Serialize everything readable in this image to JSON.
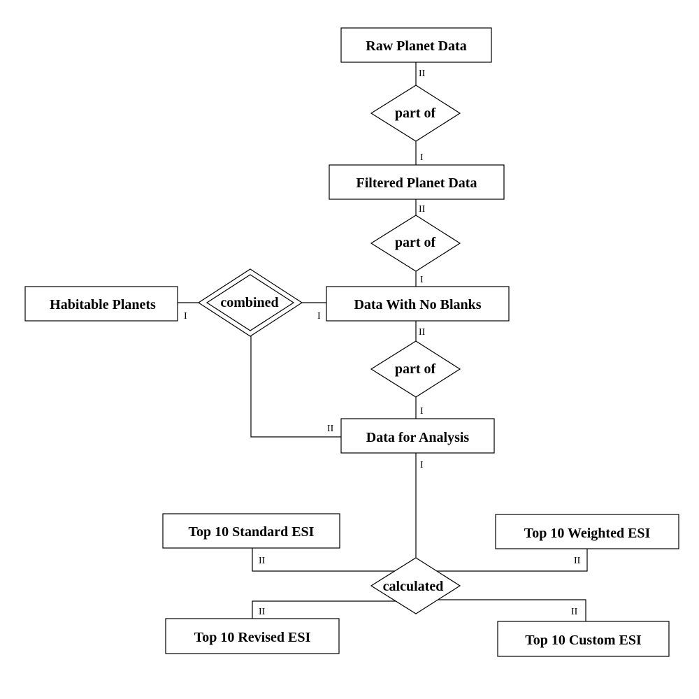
{
  "entities": {
    "raw_planet_data": "Raw Planet Data",
    "filtered_planet_data": "Filtered Planet Data",
    "data_with_no_blanks": "Data With No Blanks",
    "habitable_planets": "Habitable Planets",
    "data_for_analysis": "Data for Analysis",
    "top10_standard": "Top 10 Standard ESI",
    "top10_weighted": "Top 10 Weighted ESI",
    "top10_revised": "Top 10 Revised ESI",
    "top10_custom": "Top 10 Custom ESI"
  },
  "relationships": {
    "part_of_1": "part of",
    "part_of_2": "part of",
    "part_of_3": "part of",
    "combined": "combined",
    "calculated": "calculated"
  },
  "cardinalities": {
    "raw_to_rel1": "II",
    "rel1_to_filtered": "I",
    "filtered_to_rel2": "II",
    "rel2_to_noblanks": "I",
    "habitable_to_combined": "I",
    "noblanks_to_combined": "I",
    "noblanks_to_rel3": "II",
    "rel3_to_analysis": "I",
    "combined_to_analysis": "II",
    "analysis_to_calculated": "I",
    "calc_to_standard": "II",
    "calc_to_weighted": "II",
    "calc_to_revised": "II",
    "calc_to_custom": "II"
  }
}
